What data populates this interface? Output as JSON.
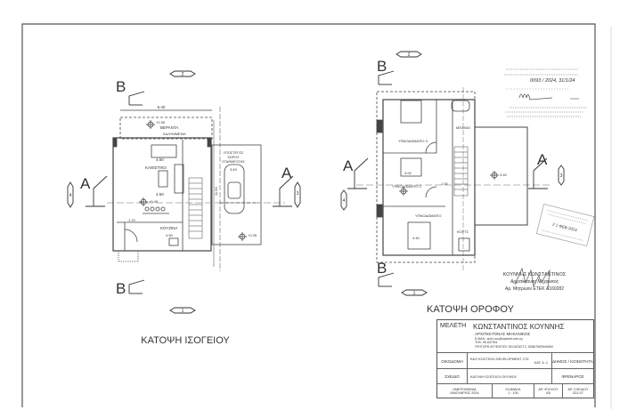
{
  "ground_floor": {
    "title": "ΚΑΤΟΨΗ ΙΣΟΓΕΙΟΥ",
    "rooms": {
      "veranda": "ΒΕΡΑΝΤΑ",
      "covered": "ΚΑΛΥΜΜΕΝΗ",
      "living": "ΚΑΘΙΣΤΙΚΟ",
      "kitchen": "ΚΟΥΖΙΝΑ",
      "parking": [
        "ΥΠΟΣΤΕΓΟΣ",
        "ΧΩΡΟΣ",
        "ΣΤΑΘΜΕΥΣΗΣ"
      ]
    },
    "dims": {
      "width": "6.40",
      "living_w": "4.50",
      "living_w2": "4.50",
      "wc": "1.70",
      "depth": "11.90",
      "kitchen_w": "4.50",
      "car": "3.40"
    },
    "levels": {
      "veranda": "+0.30",
      "living": "+0.40",
      "parking": "+0.35"
    },
    "section_marks": {
      "a": "A",
      "b": "B",
      "n1": "1",
      "n2": "2",
      "n3": "3",
      "n4": "4"
    }
  },
  "upper_floor": {
    "title": "ΚΑΤΟΨΗ ΟΡΟΦΟΥ",
    "rooms": {
      "bed3": "ΥΠΝΟΔΩΜΑΤΙΟ 3",
      "bed2": "ΥΠΝΟΔΩΜΑΤΙΟ 2",
      "bed1": "ΥΠΝΟΔΩΜΑΤΙΟ",
      "bath": "ΜΠΑΝΙΟ",
      "wc": "ΚΟΥΤΣ"
    },
    "dims": {
      "bed2": "4.00",
      "corridor": "1.00",
      "bed1": "4.40",
      "terrace": "3.40"
    },
    "section_marks": {
      "a": "A",
      "b": "B",
      "n1": "1",
      "n2": "2",
      "n3": "3",
      "n4": "4"
    }
  },
  "title_block": {
    "study_label": "ΜΕΛΕΤΗ",
    "architect": "ΚΩΝΣΤΑΝΤΙΝΟΣ ΚΟΥΝΝΗΣ",
    "profession": "ΑΡΧΙΤΕΚΤΟΝΑΣ ΜΗΧΑΝΙΚΟΣ",
    "email": "E-MAIL: arch-cvu@cytanet.com.cy",
    "phone": "ΤΗΛ. 99-537001",
    "address": "ΓΡΗΓΟΡΗ ΑΥΞΕΝΤΙΟΥ 28,ΚΑΤΑΣΤ.2, 5288 ΠΑΡΑΛΙΜΝΙ",
    "building_label": "ΟΙΚΟΔΟΜΗ",
    "building": "K&O KOUTSOU DEVELOPMENT LTD",
    "category": "ΚΑΤ. 6 -1",
    "municipality_label": "ΔΗΜΟΣ / ΚΟΙΝΟΤΗΤΑ",
    "drawing_label": "ΣΧΕΔΙΟ",
    "drawing": "ΚΑΤΟΨΗ ΙΣΟΓΕΙΟΥ-ΟΡΟΦΟΥ",
    "municipality": "ΦΡΕΝΑΡΟΣ",
    "date_label": "ΗΜΕΡΟΜΗΝΙΑ",
    "date": "ΙΑΝΟΥΑΡΙΟΣ 2024",
    "scale_label": "ΚΛΙΜΑΚΑ",
    "scale": "1 : 100",
    "sheet_label": "ΑΡ. ΦΥΛΛΟΥ",
    "sheet": "Α5",
    "drawing_no_label": "ΑΡ. ΣΧΕΔΙΟΥ",
    "drawing_no": "021-07"
  },
  "stamps": {
    "approval_handwritten": "0093 / 2024, 31/1/24",
    "signature_name": "ΚΟΥΝΝΗΣ ΚΩΝΣΤΑΝΤΙΝΟΣ",
    "signature_title": "Αρχιτέκτονας Μηχανικός",
    "signature_reg": "Αρ. Μητρώου ΕΤΕΚ A160282",
    "date_stamp": "2 1 ΦΕΒ 2024"
  }
}
